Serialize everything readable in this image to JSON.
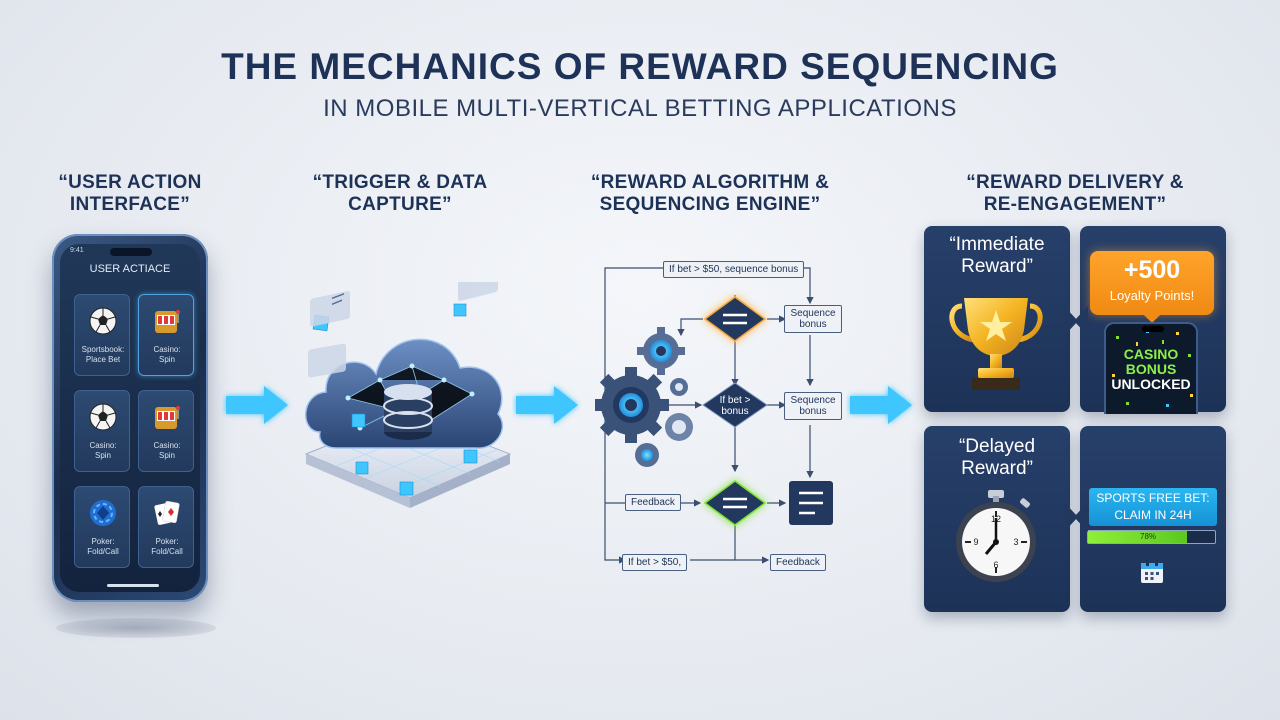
{
  "header": {
    "title": "THE MECHANICS OF REWARD SEQUENCING",
    "subtitle": "IN MOBILE MULTI-VERTICAL BETTING APPLICATIONS"
  },
  "stages": [
    {
      "title_line1": "“USER ACTION",
      "title_line2": "INTERFACE”"
    },
    {
      "title_line1": "“TRIGGER & DATA",
      "title_line2": "CAPTURE”"
    },
    {
      "title_line1": "“REWARD ALGORITHM &",
      "title_line2": "SEQUENCING ENGINE”"
    },
    {
      "title_line1": "“REWARD DELIVERY &",
      "title_line2": "RE-ENGAGEMENT”"
    }
  ],
  "phone": {
    "time": "9:41",
    "header": "USER ACTIACE",
    "tiles": [
      {
        "icon": "soccer-ball-icon",
        "line1": "Sportsbook:",
        "line2": "Place Bet"
      },
      {
        "icon": "slot-machine-icon",
        "line1": "Casino:",
        "line2": "Spin"
      },
      {
        "icon": "soccer-ball-icon",
        "line1": "Casino:",
        "line2": "Spin"
      },
      {
        "icon": "slot-machine-icon",
        "line1": "Casino:",
        "line2": "Spin"
      },
      {
        "icon": "poker-chip-icon",
        "line1": "Poker:",
        "line2": "Fold/Call"
      },
      {
        "icon": "playing-cards-icon",
        "line1": "Poker:",
        "line2": "Fold/Call"
      }
    ]
  },
  "engine": {
    "condition_top": "If bet > $50, sequence bonus",
    "sequence_bonus_1_line1": "Sequence",
    "sequence_bonus_1_line2": "bonus",
    "if_bet_line1": "If bet >",
    "if_bet_line2": "bonus",
    "sequence_bonus_2_line1": "Sequence",
    "sequence_bonus_2_line2": "bonus",
    "feedback_left": "Feedback",
    "condition_bottom": "If bet > $50,",
    "feedback_bottom": "Feedback"
  },
  "rewards": {
    "immediate_line1": "“Immediate",
    "immediate_line2": "Reward”",
    "points_value": "+500",
    "points_label": "Loyalty Points!",
    "casino_line1": "CASINO",
    "casino_line2": "BONUS",
    "casino_line3": "UNLOCKED",
    "delayed_line1": "“Delayed",
    "delayed_line2": "Reward”",
    "free_bet_line1": "SPORTS FREE BET:",
    "free_bet_line2": "CLAIM IN 24H",
    "progress_percent": 78,
    "progress_label": "78%"
  },
  "colors": {
    "navy": "#1e3257",
    "panel": "#22385f",
    "orange": "#f5961e",
    "cyan": "#2ab3ef",
    "green": "#7ee032",
    "glow_blue": "#3fc6ff"
  }
}
